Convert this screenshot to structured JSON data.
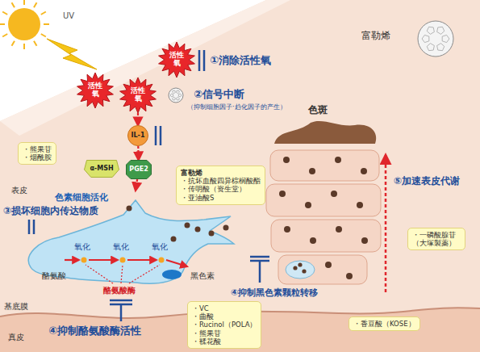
{
  "diagram": {
    "nodes": [
      {
        "text": [
          "活性氧"
        ]
      },
      {
        "text": [
          "活性氧"
        ]
      },
      {
        "text": [
          "活性氧"
        ]
      },
      {
        "text": [
          "IL-1"
        ]
      },
      {
        "text": [
          "α-MSH"
        ]
      },
      {
        "text": [
          "PGE2"
        ]
      },
      {
        "text": [
          "・熊果苷",
          "・烟酰胺"
        ]
      },
      {
        "text": [
          "富勒烯",
          "・抗坏血酸四异棕榈酸酯",
          "・传明酸（资生堂）",
          "・亚油酸S"
        ]
      },
      {
        "text": [
          "色素细胞活化"
        ]
      },
      {
        "text": [
          "・一磷酸腺苷 （大塚製薬）"
        ]
      },
      {
        "text": [
          "・香豆酸（KOSE）"
        ]
      },
      {
        "text": [
          "・VC",
          "・曲酸",
          "・Rucinol（POLA）",
          "・熊果苷",
          "・鞣花酸"
        ]
      }
    ],
    "edges": [
      {
        "from": 2,
        "to": 3,
        "arrow": "to"
      },
      {
        "from": 3,
        "to": 5,
        "arrow": "to"
      },
      {
        "from": 5,
        "to": 8,
        "arrow": "to"
      }
    ],
    "labels": [
      "UV",
      "富勒烯",
      "①消除活性氧",
      "②信号中断",
      "（抑制细胞因子·趋化因子的产生）",
      "色斑",
      "表皮",
      "③损坏细胞内传达物质",
      "⑤加速表皮代谢",
      "氧化",
      "氧化",
      "氧化",
      "酪氨酸",
      "酪氨酸酶",
      "黑色素",
      "基底膜",
      "④抑制黑色素颗粒转移",
      "真皮",
      "④抑制酪氨酸酶活性"
    ]
  }
}
